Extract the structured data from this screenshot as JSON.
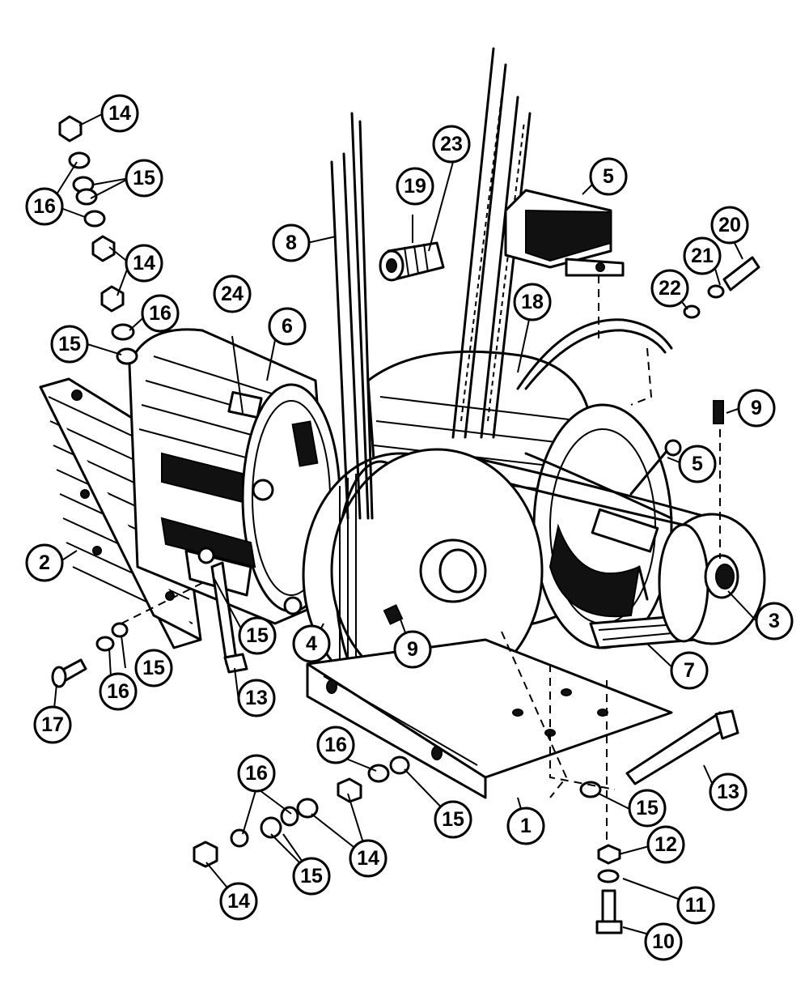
{
  "callouts": [
    {
      "id": "c1",
      "label": "14"
    },
    {
      "id": "c2",
      "label": "15"
    },
    {
      "id": "c3",
      "label": "16"
    },
    {
      "id": "c4",
      "label": "14"
    },
    {
      "id": "c5",
      "label": "16"
    },
    {
      "id": "c6",
      "label": "15"
    },
    {
      "id": "c7",
      "label": "24"
    },
    {
      "id": "c8",
      "label": "6"
    },
    {
      "id": "c9",
      "label": "8"
    },
    {
      "id": "c10",
      "label": "19"
    },
    {
      "id": "c11",
      "label": "23"
    },
    {
      "id": "c12",
      "label": "5"
    },
    {
      "id": "c13",
      "label": "20"
    },
    {
      "id": "c14",
      "label": "21"
    },
    {
      "id": "c15",
      "label": "22"
    },
    {
      "id": "c16",
      "label": "18"
    },
    {
      "id": "c17",
      "label": "9"
    },
    {
      "id": "c18",
      "label": "5"
    },
    {
      "id": "c19",
      "label": "2"
    },
    {
      "id": "c20",
      "label": "3"
    },
    {
      "id": "c21",
      "label": "15"
    },
    {
      "id": "c22",
      "label": "4"
    },
    {
      "id": "c23",
      "label": "9"
    },
    {
      "id": "c24",
      "label": "7"
    },
    {
      "id": "c25",
      "label": "15"
    },
    {
      "id": "c26",
      "label": "16"
    },
    {
      "id": "c27",
      "label": "13"
    },
    {
      "id": "c28",
      "label": "17"
    },
    {
      "id": "c29",
      "label": "16"
    },
    {
      "id": "c30",
      "label": "15"
    },
    {
      "id": "c31",
      "label": "1"
    },
    {
      "id": "c32",
      "label": "13"
    },
    {
      "id": "c33",
      "label": "16"
    },
    {
      "id": "c34",
      "label": "14"
    },
    {
      "id": "c35",
      "label": "15"
    },
    {
      "id": "c36",
      "label": "15"
    },
    {
      "id": "c37",
      "label": "12"
    },
    {
      "id": "c38",
      "label": "14"
    },
    {
      "id": "c39",
      "label": "11"
    },
    {
      "id": "c40",
      "label": "10"
    }
  ]
}
